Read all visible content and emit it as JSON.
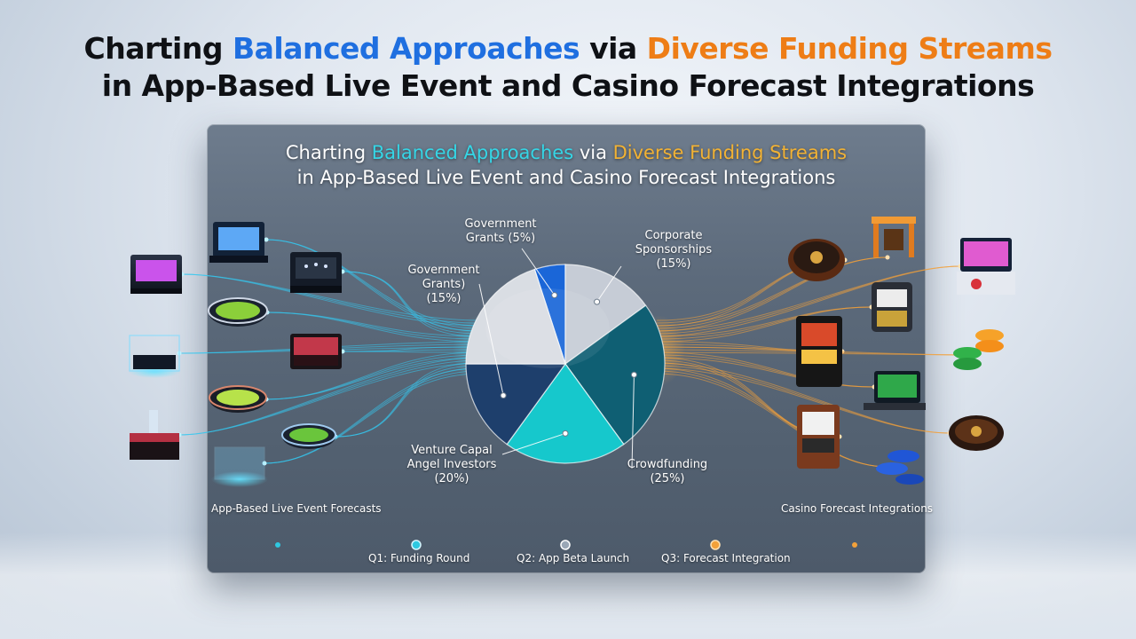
{
  "header": {
    "title_part1": "Charting ",
    "title_blue": "Balanced Approaches",
    "title_part2": " via ",
    "title_orange": "Diverse Funding Streams",
    "title_line2": "in App-Based Live Event and Casino Forecast Integrations"
  },
  "panel": {
    "title_part1": "Charting ",
    "title_cyan": "Balanced Approaches",
    "title_part2": " via ",
    "title_gold": "Diverse Funding Streams",
    "title_line2": "in App-Based Live Event and Casino Forecast Integrations",
    "left_caption": "App-Based Live Event Forecasts",
    "right_caption": "Casino Forecast Integrations"
  },
  "timeline": {
    "milestones": [
      "Q1: Funding Round",
      "Q2: App Beta Launch",
      "Q3: Forecast Integration"
    ]
  },
  "colors": {
    "title_blue": "#1f6fe0",
    "title_orange": "#ee7d16",
    "left_stream": "#35c8f0",
    "right_stream": "#f2a13a"
  },
  "chart_data": {
    "type": "pie",
    "slices": [
      {
        "label": "Government\nGrants (5%)",
        "value": 5,
        "color": "#1a66d8"
      },
      {
        "label": "Corporate\nSponsorships\n(15%)",
        "value": 15,
        "color": "#c6ccd6"
      },
      {
        "label": "Crowdfunding\n(25%)",
        "value": 25,
        "color": "#0f5f73"
      },
      {
        "label": "Venture Capal\nAngel Investors\n(20%)",
        "value": 20,
        "color": "#16c8cc"
      },
      {
        "label": "Government\nGrants)\n(15%)",
        "value": 15,
        "color": "#1e3f6c"
      },
      {
        "label": "",
        "value": 20,
        "color": "#d9dde3"
      }
    ]
  }
}
